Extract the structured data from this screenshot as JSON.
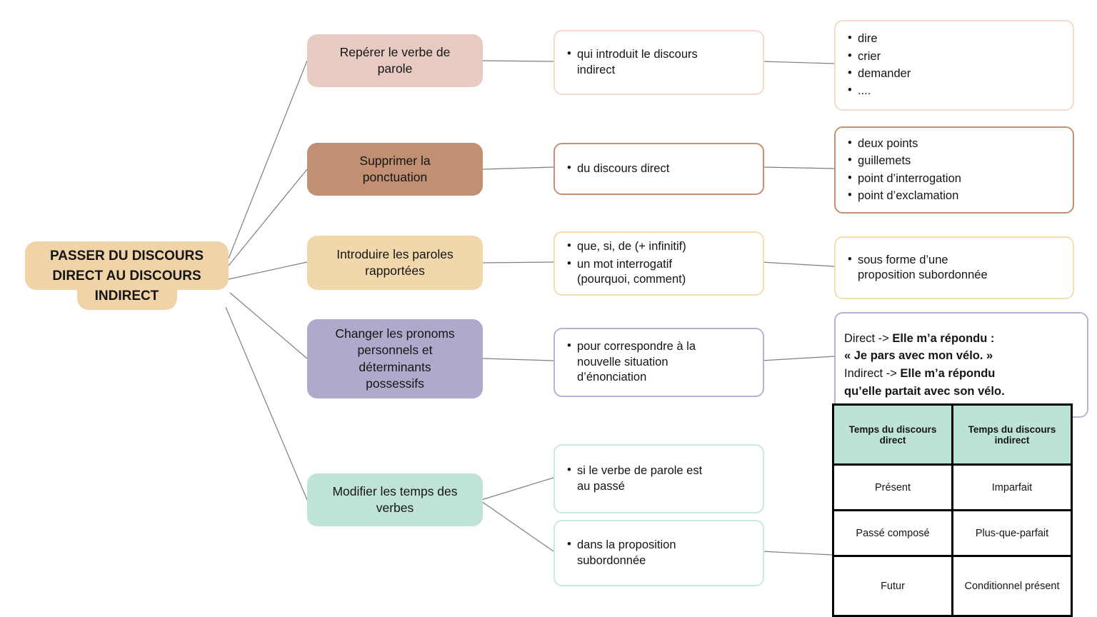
{
  "root": {
    "label": "PASSER DU DISCOURS\nDIRECT AU DISCOURS\nINDIRECT"
  },
  "colors": {
    "root_fill": "#F0D3A7",
    "connector": "#7f7f7f",
    "branch1_fill": "#E7CBC3",
    "branch1_outline": "#F3DACF",
    "branch2_fill": "#C18F72",
    "branch2_outline": "#C49070",
    "branch3_fill": "#F1D8AC",
    "branch3_outline": "#F3DEAF",
    "branch4_fill": "#AEAACC",
    "branch4_outline": "#B6B2D4",
    "branch5_fill": "#BFE3D8",
    "branch5_outline": "#C8E9DE",
    "table_header_fill": "#BDE3D6",
    "table_border": "#000000"
  },
  "branches": [
    {
      "label": "Repérer le verbe de\nparole",
      "middle_bullets": [
        "qui introduit le discours\nindirect"
      ],
      "right_bullets": [
        "dire",
        "crier",
        "demander",
        "...."
      ]
    },
    {
      "label": "Supprimer la\nponctuation",
      "middle_bullets": [
        "du discours direct"
      ],
      "right_bullets": [
        "deux points",
        "guillemets",
        "point d’interrogation",
        "point d’exclamation"
      ]
    },
    {
      "label": "Introduire les paroles\nrapportées",
      "middle_bullets": [
        "que, si, de (+ infinitif)",
        "un mot interrogatif\n(pourquoi, comment)"
      ],
      "right_bullets": [
        "sous forme d’une\nproposition subordonnée"
      ]
    },
    {
      "label": "Changer les pronoms\npersonnels et\ndéterminants\npossessifs",
      "middle_bullets": [
        "pour correspondre à la\nnouvelle situation\nd’énonciation"
      ]
    },
    {
      "label": "Modifier les temps des\nverbes",
      "middle_bullets_a": [
        "si le verbe de parole est\nau passé"
      ],
      "middle_bullets_b": [
        "dans la proposition\nsubordonnée"
      ]
    }
  ],
  "example": {
    "l1_pre": "Direct -> ",
    "l1_bold": "Elle m’a répondu :",
    "l2_bold": "« Je pars avec mon vélo. »",
    "l3_pre": "Indirect -> ",
    "l3_bold": "Elle m’a répondu",
    "l4_bold": "qu’elle partait avec son vélo."
  },
  "table": {
    "headers": [
      "Temps du discours\ndirect",
      "Temps du discours\nindirect"
    ],
    "rows": [
      [
        "Présent",
        "Imparfait"
      ],
      [
        "Passé composé",
        "Plus-que-parfait"
      ],
      [
        "Futur",
        "Conditionnel présent"
      ]
    ]
  }
}
